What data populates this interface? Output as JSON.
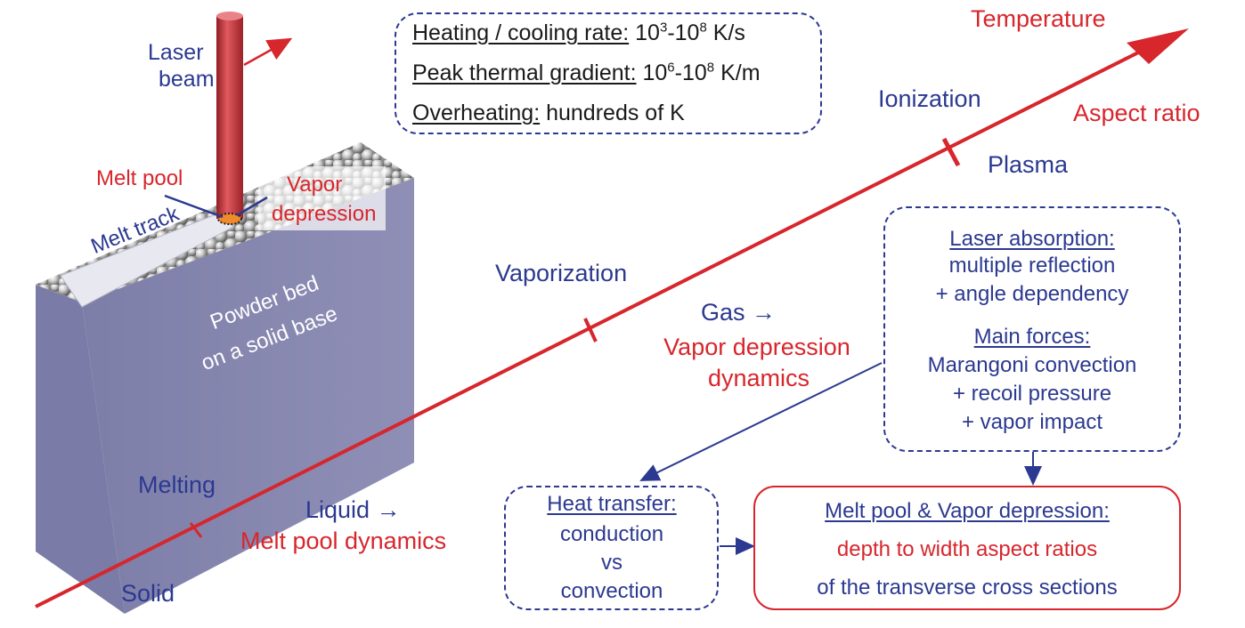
{
  "illustration": {
    "laser_label": [
      "Laser",
      "beam"
    ],
    "melt_pool_label": "Melt pool",
    "vapor_depression_label": [
      "Vapor",
      "depression"
    ],
    "melt_track_label": "Melt track",
    "powder_bed_label": [
      "Powder bed",
      "on a solid base"
    ]
  },
  "thermal_box": {
    "heating_label": "Heating / cooling rate:",
    "heating_value_base1": "10",
    "heating_value_exp1": "3",
    "heating_value_sep": "-10",
    "heating_value_exp2": "8",
    "heating_value_unit": " K/s",
    "gradient_label": "Peak thermal gradient:",
    "gradient_value_base1": "10",
    "gradient_value_exp1": "6",
    "gradient_value_sep": "-10",
    "gradient_value_exp2": "8",
    "gradient_value_unit": " K/m",
    "overheating_label": "Overheating:",
    "overheating_value": "hundreds of K"
  },
  "axis": {
    "temperature": "Temperature",
    "aspect_ratio": "Aspect ratio",
    "ionization": "Ionization",
    "plasma": "Plasma",
    "vaporization": "Vaporization",
    "melting": "Melting",
    "solid": "Solid",
    "color": "#d7262c"
  },
  "regimes": {
    "liquid": "Liquid →",
    "liquid_dynamics": "Melt pool dynamics",
    "gas": "Gas →",
    "gas_dynamics_1": "Vapor depression",
    "gas_dynamics_2": "dynamics"
  },
  "laser_box": {
    "absorption_title": "Laser absorption:",
    "absorption_lines": [
      "multiple reflection",
      "+ angle dependency"
    ],
    "forces_title": "Main forces:",
    "forces_lines": [
      "Marangoni convection",
      "+ recoil pressure",
      "+ vapor impact"
    ]
  },
  "heat_box": {
    "title": "Heat transfer:",
    "lines": [
      "conduction",
      "vs",
      "convection"
    ]
  },
  "result_box": {
    "title": "Melt pool & Vapor depression:",
    "line1": "depth to width aspect ratios",
    "line2": "of the transverse cross sections"
  },
  "colors": {
    "blue": "#2b3990",
    "red": "#d7262c"
  }
}
